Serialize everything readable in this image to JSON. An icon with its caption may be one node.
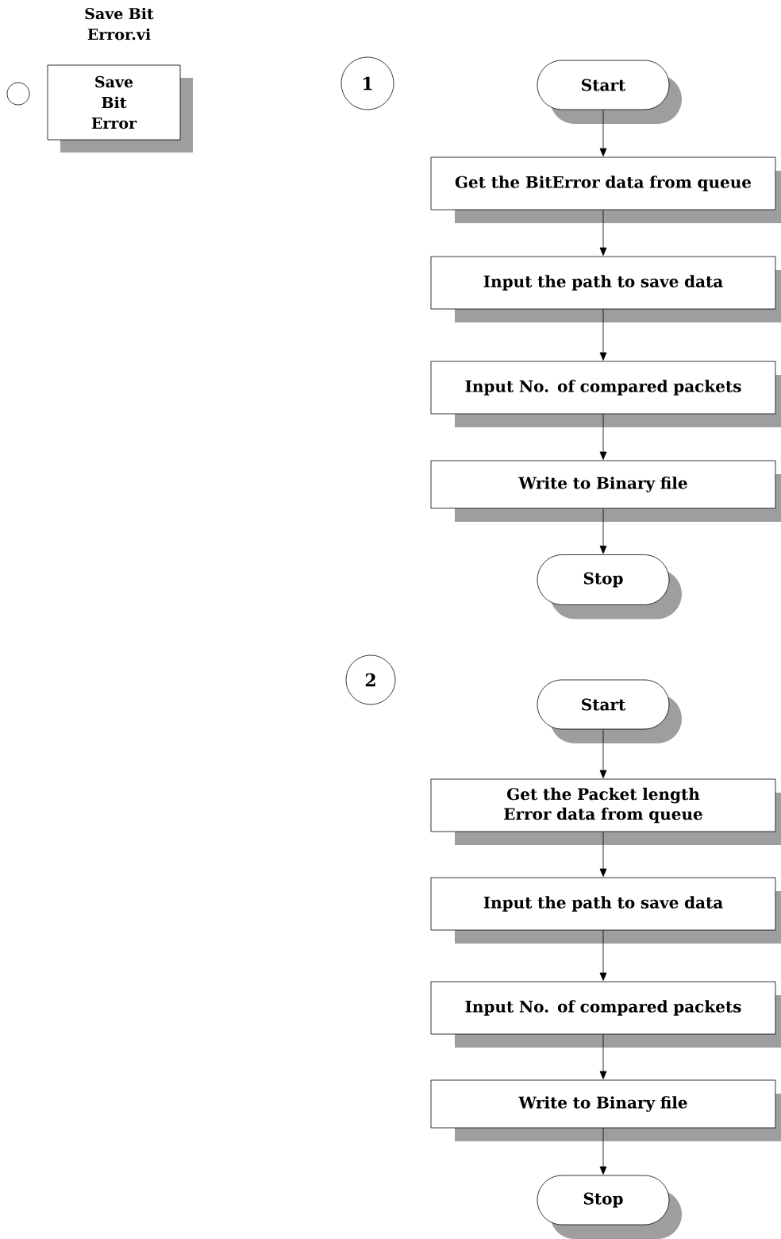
{
  "diagram": {
    "nodes": [
      {
        "text": [
          "Save Bit Error.vi",
          "Save Bit Error"
        ]
      },
      {
        "text": [],
        "shape": "circle"
      },
      {
        "text": [
          "1"
        ]
      },
      {
        "text": [
          "Start"
        ]
      },
      {
        "text": [
          "Get the BitError data from queue"
        ]
      },
      {
        "text": [
          "Input the path to save data"
        ]
      },
      {
        "text": [
          "Input No. of compared packets"
        ]
      },
      {
        "text": [
          "Write to Binary file"
        ]
      },
      {
        "text": [
          "Stop"
        ]
      },
      {
        "text": [
          "2"
        ]
      },
      {
        "text": [
          "Start"
        ]
      },
      {
        "text": [
          "Get the Packet length Error data from queue"
        ]
      },
      {
        "text": [
          "Input the path to save data"
        ]
      },
      {
        "text": [
          "Input No. of compared packets"
        ]
      },
      {
        "text": [
          "Write to Binary file"
        ]
      },
      {
        "text": [
          "Stop"
        ]
      }
    ],
    "edges": [
      {
        "from": 3,
        "to": 4,
        "arrow": "to"
      },
      {
        "from": 4,
        "to": 5,
        "arrow": "to"
      },
      {
        "from": 5,
        "to": 6,
        "arrow": "to"
      },
      {
        "from": 6,
        "to": 7,
        "arrow": "to"
      },
      {
        "from": 7,
        "to": 8,
        "arrow": "to"
      },
      {
        "from": 10,
        "to": 11,
        "arrow": "to"
      },
      {
        "from": 11,
        "to": 12,
        "arrow": "to"
      },
      {
        "from": 12,
        "to": 13,
        "arrow": "to"
      },
      {
        "from": 13,
        "to": 14,
        "arrow": "to"
      },
      {
        "from": 14,
        "to": 15,
        "arrow": "to"
      }
    ]
  }
}
